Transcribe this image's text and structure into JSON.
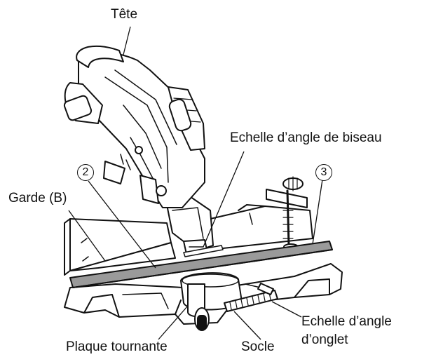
{
  "labels": {
    "tete": "Tête",
    "echelle_biseau": "Echelle d’angle de biseau",
    "garde_b": "Garde (B)",
    "callout_2": "2",
    "callout_3": "3",
    "plaque_tournante": "Plaque tournante",
    "socle": "Socle",
    "echelle_onglet_line1": "Echelle d’angle",
    "echelle_onglet_line2": "d’onglet"
  },
  "colors": {
    "ink": "#111111",
    "fence_fill": "#9a9a9a",
    "paper": "#ffffff"
  }
}
